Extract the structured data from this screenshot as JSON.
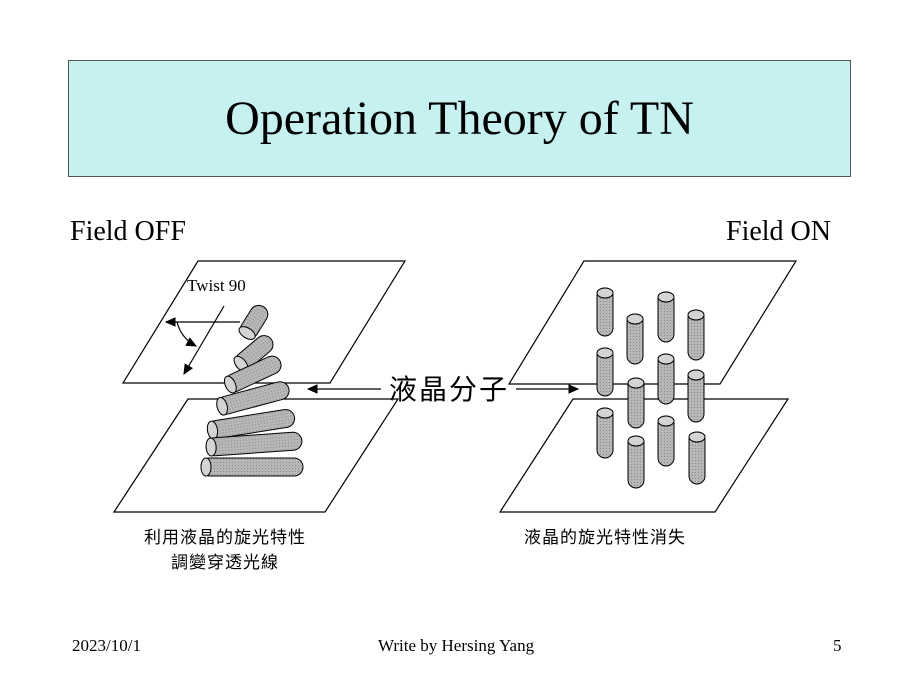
{
  "slide": {
    "title": "Operation Theory of TN",
    "field_off_label": "Field OFF",
    "field_on_label": "Field ON",
    "twist_label": "Twist 90",
    "lc_molecule_label": "液晶分子",
    "left_caption_line1": "利用液晶的旋光特性",
    "left_caption_line2": "調變穿透光線",
    "right_caption": "液晶的旋光特性消失"
  },
  "footer": {
    "date": "2023/10/1",
    "author": "Write by Hersing Yang",
    "page_number": "5"
  }
}
